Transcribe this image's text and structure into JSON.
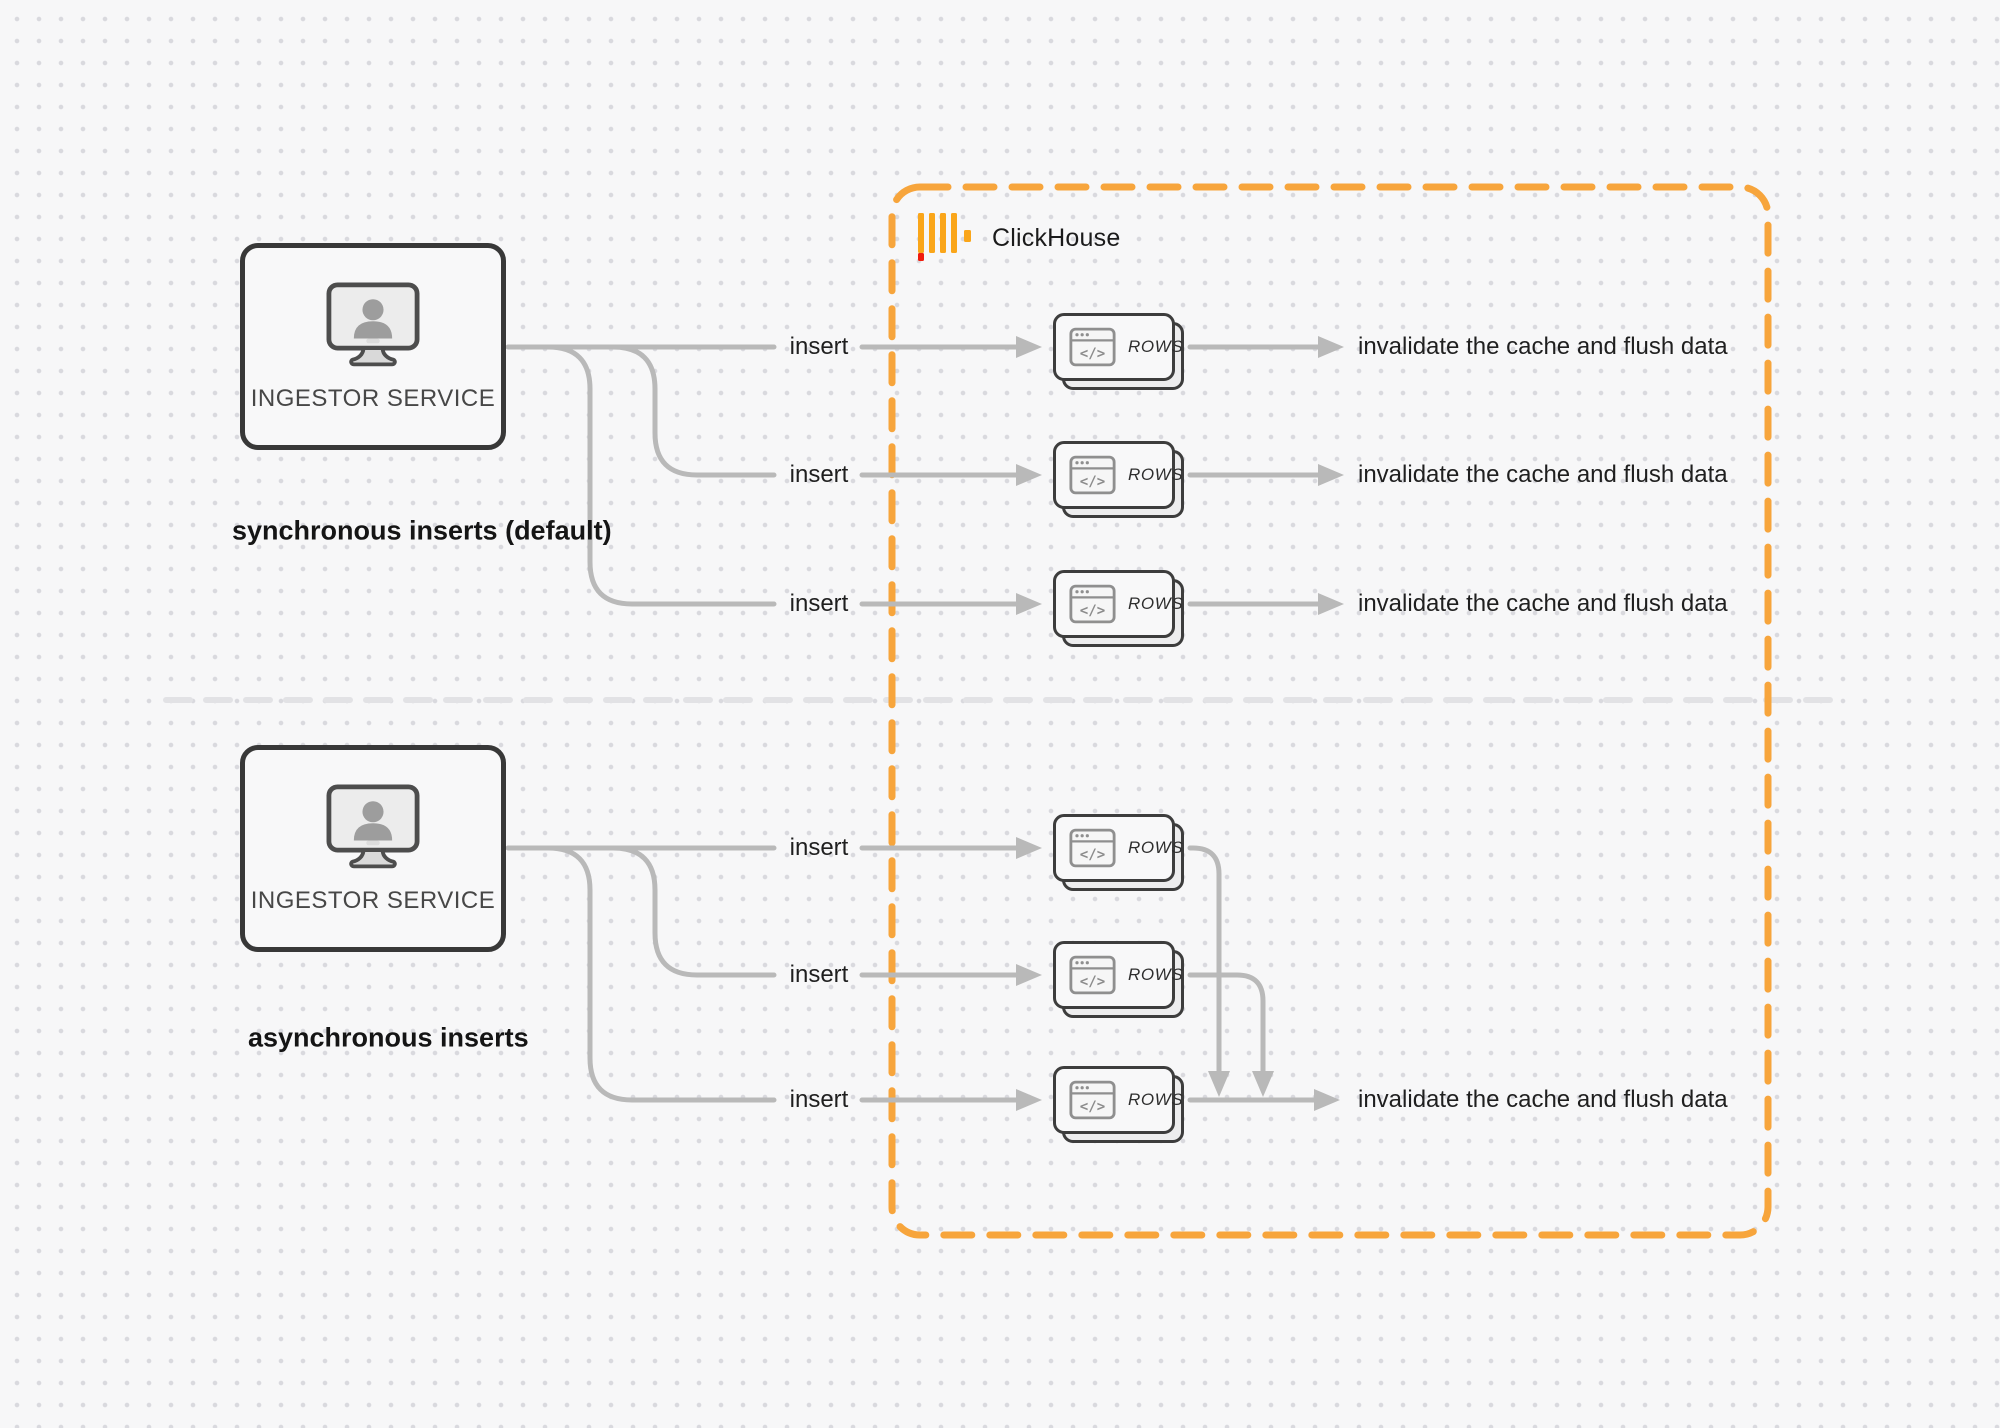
{
  "clickhouse": {
    "name": "ClickHouse"
  },
  "colors": {
    "boundary_orange": "#F7A53C",
    "logo_yellow": "#FAA61A",
    "logo_red": "#F01B0C",
    "connector_gray": "#B9B9B9",
    "node_border": "#3D3D3D",
    "divider_gray": "#E2E2E5"
  },
  "icons": {
    "code_glyph": "</>"
  },
  "sync_section": {
    "service": "INGESTOR SERVICE",
    "caption": "synchronous inserts (default)",
    "rows": [
      {
        "insert": "insert",
        "node": "ROWS",
        "result": "invalidate the cache and flush data"
      },
      {
        "insert": "insert",
        "node": "ROWS",
        "result": "invalidate the cache and flush data"
      },
      {
        "insert": "insert",
        "node": "ROWS",
        "result": "invalidate the cache and flush data"
      }
    ]
  },
  "async_section": {
    "service": "INGESTOR SERVICE",
    "caption": "asynchronous inserts",
    "rows": [
      {
        "insert": "insert",
        "node": "ROWS"
      },
      {
        "insert": "insert",
        "node": "ROWS"
      },
      {
        "insert": "insert",
        "node": "ROWS"
      }
    ],
    "result": "invalidate the cache and flush data"
  }
}
